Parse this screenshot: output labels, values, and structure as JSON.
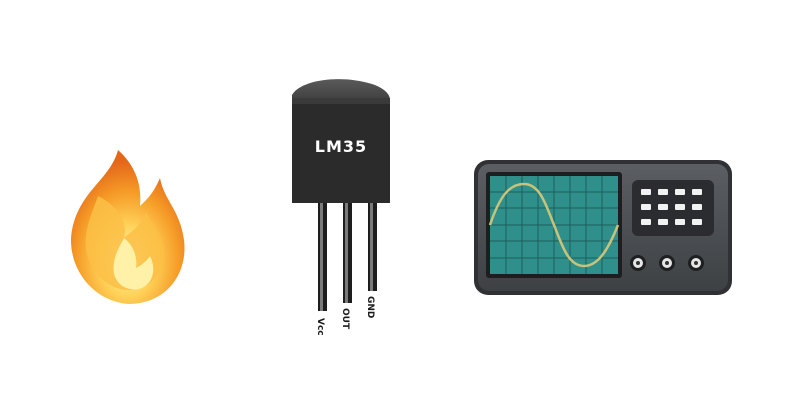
{
  "sensor": {
    "label": "LM35",
    "pins": [
      {
        "label": "Vcc"
      },
      {
        "label": "OUT"
      },
      {
        "label": "GND"
      }
    ]
  },
  "colors": {
    "flame_outer": "#f4a52a",
    "flame_inner": "#fff1a8",
    "sensor_body": "#2b2b2b",
    "scope_body": "#4a4d51",
    "scope_screen": "#2f8f8a",
    "waveform": "#c9c27a"
  },
  "icons": {
    "flame": "fire-icon",
    "sensor": "lm35-sensor-icon",
    "oscilloscope": "oscilloscope-icon"
  }
}
